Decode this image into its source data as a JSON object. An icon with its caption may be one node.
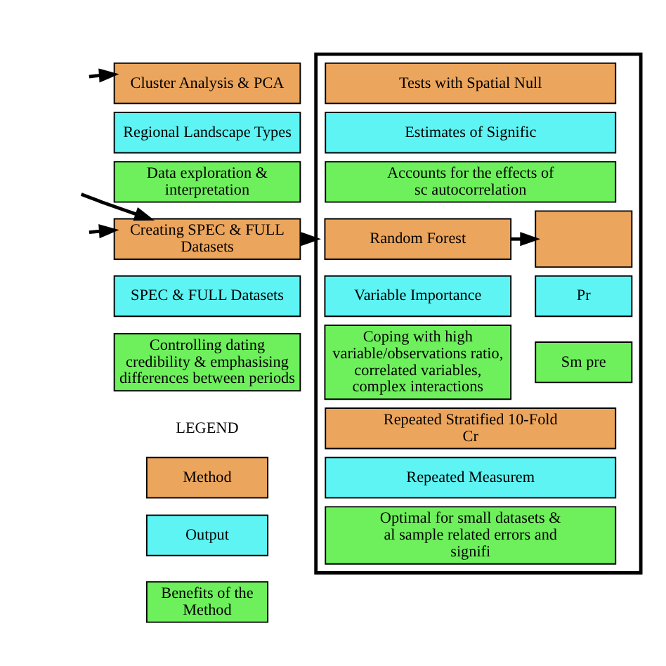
{
  "diagram": {
    "nodes": [
      {
        "text": [
          "Cluster Analysis & PCA"
        ]
      },
      {
        "text": [
          "Regional Landscape Types"
        ]
      },
      {
        "text": [
          "Data exploration & interpretation"
        ]
      },
      {
        "text": [
          "Creating SPEC & FULL Datasets"
        ]
      },
      {
        "text": [
          "SPEC & FULL Datasets"
        ]
      },
      {
        "text": [
          "Controlling dating credibility & emphasising differences between periods"
        ]
      },
      {
        "text": [],
        "shape": "box"
      },
      {
        "text": [
          "Tests with Spatial Null"
        ],
        "in": 6
      },
      {
        "text": [
          "Estimates of Signific"
        ],
        "in": 6
      },
      {
        "text": [
          "Accounts for the effects of sc autocorrelation"
        ],
        "in": 6
      },
      {
        "text": [
          "Random Forest"
        ],
        "in": 6
      },
      {
        "text": [
          "Variable Importance"
        ],
        "in": 6
      },
      {
        "text": [
          "Coping with high variable/observations ratio, correlated variables, complex interactions"
        ],
        "in": 6
      },
      {
        "text": [],
        "shape": "box",
        "in": 6
      },
      {
        "text": [
          "Pr"
        ],
        "in": 6
      },
      {
        "text": [
          "Sm pre"
        ],
        "in": 6
      },
      {
        "text": [
          "Repeated Stratified 10-Fold Cr"
        ],
        "in": 6
      },
      {
        "text": [
          "Repeated Measurem"
        ],
        "in": 6
      },
      {
        "text": [
          "Optimal for small datasets & al sample related errors and signifi"
        ],
        "in": 6
      }
    ],
    "edges": [
      {
        "from": null,
        "to": 0,
        "arrow": "to"
      },
      {
        "from": null,
        "to": 3,
        "arrow": "to"
      },
      {
        "from": null,
        "to": 3,
        "arrow": "to"
      },
      {
        "from": 3,
        "to": 6,
        "arrow": "to"
      },
      {
        "from": 10,
        "to": 13,
        "arrow": "to"
      }
    ],
    "labels": [
      "LEGEND"
    ],
    "legend": [
      {
        "text": "Method",
        "color": "#eca55c"
      },
      {
        "text": "Output",
        "color": "#5ef4f4"
      },
      {
        "text": "Benefits of the Method",
        "color": "#6ef05c"
      }
    ]
  }
}
